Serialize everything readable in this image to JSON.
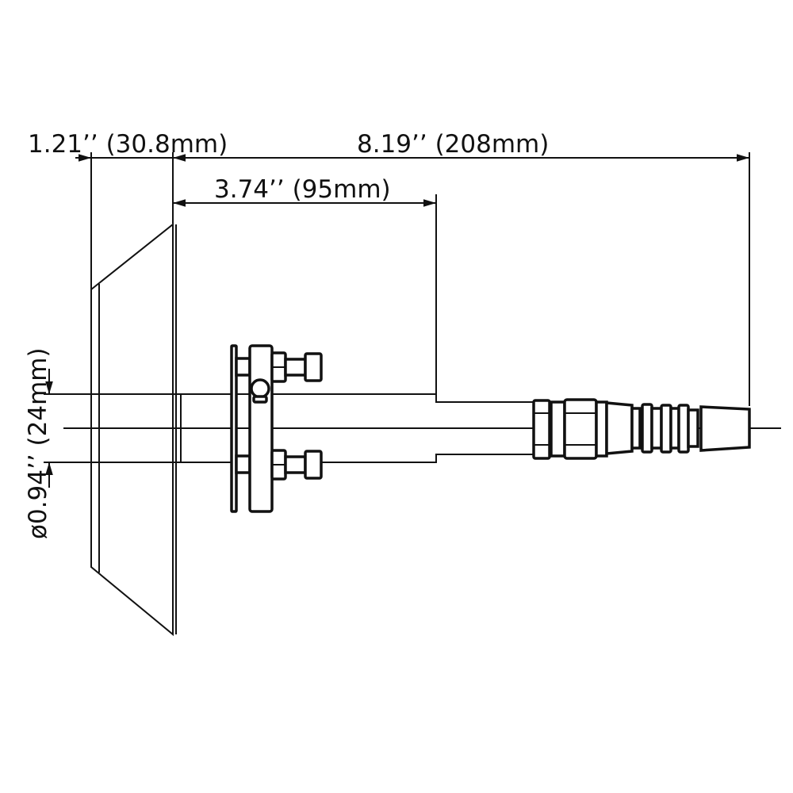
{
  "dimensions": {
    "flange_depth": "1.21’’ (30.8mm)",
    "overall_length": "8.19’’ (208mm)",
    "shaft_length": "3.74’’ (95mm)",
    "shaft_diameter": "ø0.94’’ (24mm)"
  },
  "colors": {
    "line": "#111111",
    "background": "#ffffff"
  }
}
